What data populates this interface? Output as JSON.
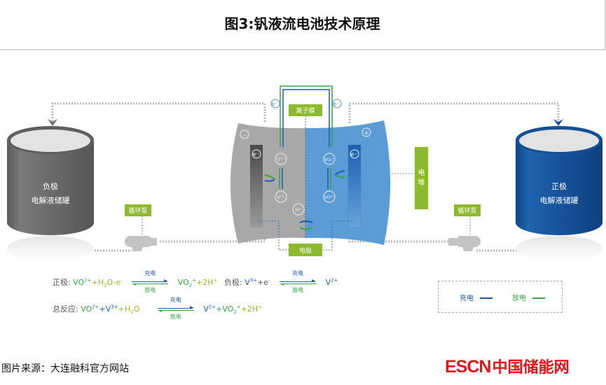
{
  "title": "图3:钒液流电池技术原理",
  "tanks": {
    "negative": {
      "line1": "负极",
      "line2": "电解液储罐",
      "color": "#6a6a6a"
    },
    "positive": {
      "line1": "正极",
      "line2": "电解液储罐",
      "color": "#17539a"
    }
  },
  "labels": {
    "pump_left": "循环泵",
    "pump_right": "循环泵",
    "membrane": "离子膜",
    "electrode": "电极",
    "stack": "电堆"
  },
  "cell": {
    "negative_sign": "-",
    "positive_sign": "+",
    "electron": "e",
    "electron_sup": "-",
    "ions_left_top": "V",
    "ions_left_top_sup": "2+",
    "ions_left_bottom": "V",
    "ions_left_bottom_sup": "3+",
    "ions_right_top": "VO",
    "ions_right_top_sup": "+",
    "ions_right_top_sub": "2",
    "ions_right_bottom": "VO",
    "ions_right_bottom_sup": "2+",
    "proton": "H",
    "proton_sup": "+"
  },
  "equations": {
    "positive": {
      "label": "正极:",
      "left_parts": [
        "VO",
        "2+",
        "+H",
        "2",
        "O-e",
        "-"
      ],
      "charge": "充电",
      "discharge": "放电",
      "right_parts": [
        "VO",
        "2",
        "+",
        "+2H",
        "+"
      ]
    },
    "negative": {
      "label": "负极:",
      "left_parts": [
        "V",
        "3+",
        "+e",
        "-"
      ],
      "charge": "充电",
      "discharge": "放电",
      "right_parts": [
        "V",
        "2+"
      ]
    },
    "total": {
      "label": "总反应:",
      "left_parts": [
        "VO",
        "2+",
        "+V",
        "3+",
        "+H",
        "2",
        "O"
      ],
      "charge": "充电",
      "discharge": "放电",
      "right_parts": [
        "V",
        "2+",
        "+VO",
        "2",
        "+",
        "+2H",
        "+"
      ]
    }
  },
  "legend": {
    "charge": "充电",
    "discharge": "放电",
    "charge_color": "#1e5aa8",
    "discharge_color": "#3aa24a"
  },
  "footer": {
    "source": "图片来源：大连融科官方网站",
    "logo_latin": "ESCN",
    "logo_cn": "中国储能网"
  },
  "colors": {
    "accent_green": "#8db92e",
    "charge_blue": "#1e5aa8",
    "discharge_green": "#3aa24a"
  }
}
